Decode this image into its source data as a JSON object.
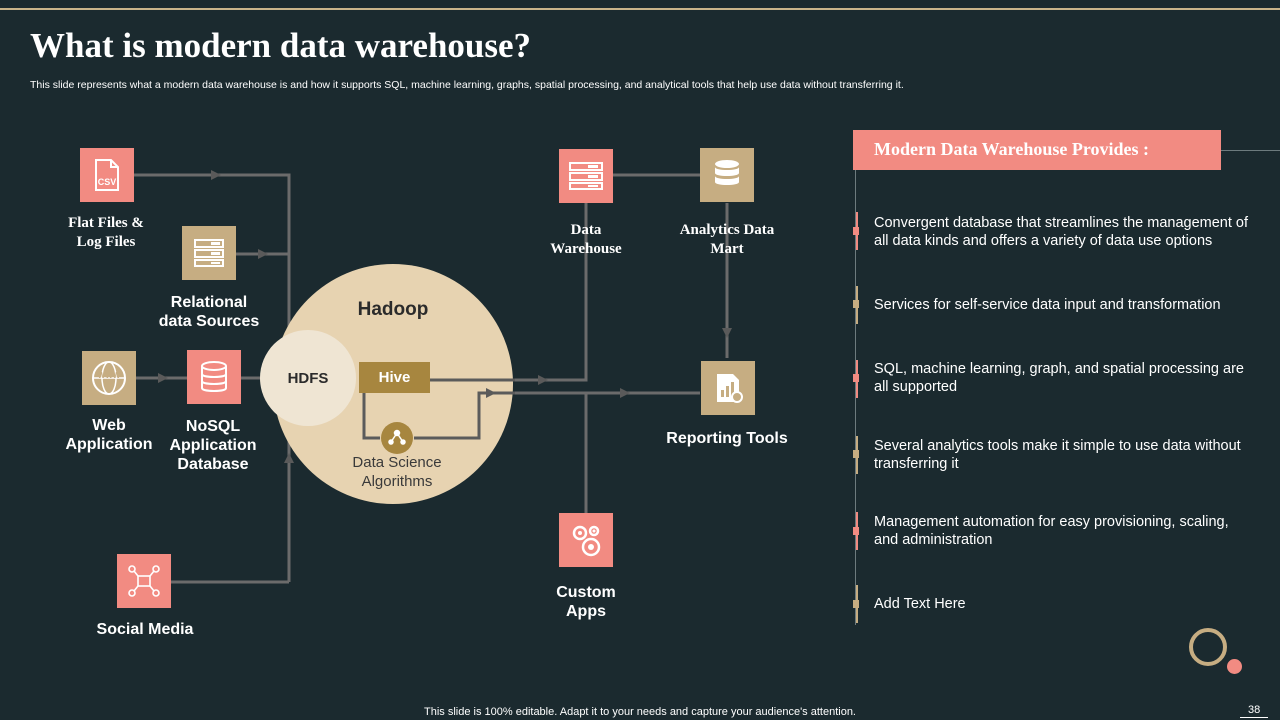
{
  "slide": {
    "title": "What is modern data warehouse?",
    "subtitle": "This slide represents what a modern data warehouse is and how it supports SQL, machine learning, graphs, spatial processing, and analytical tools that help use data without transferring it.",
    "footer": "This slide is 100% editable. Adapt it to your needs and capture your audience's attention.",
    "page_number": "38"
  },
  "sources": {
    "flat_files": "Flat Files &\nLog Files",
    "relational": "Relational\ndata Sources",
    "web_app": "Web\nApplication",
    "nosql": "NoSQL\nApplication\nDatabase",
    "social_media": "Social Media"
  },
  "hadoop": {
    "title": "Hadoop",
    "hdfs": "HDFS",
    "hive": "Hive",
    "data_science": "Data Science\nAlgorithms"
  },
  "outputs": {
    "data_warehouse": "Data\nWarehouse",
    "analytics_mart": "Analytics Data\nMart",
    "reporting": "Reporting Tools",
    "custom_apps": "Custom\nApps"
  },
  "icons": {
    "csv_text": "CSV",
    "www_text": "WWW"
  },
  "panel": {
    "header": "Modern Data Warehouse Provides :",
    "items": [
      "Convergent database that streamlines the management of all data kinds and offers a variety of data use options",
      "Services for self-service data input and transformation",
      "SQL, machine learning, graph, and spatial processing are all supported",
      "Several analytics tools make it simple to use data without transferring it",
      "Management automation for easy provisioning, scaling, and administration",
      "Add Text Here"
    ]
  },
  "colors": {
    "background": "#1b2a2f",
    "pink": "#f28b82",
    "tan": "#c6ad82",
    "hadoop_circle": "#e7d3b1",
    "connector": "#6b6b6b"
  }
}
